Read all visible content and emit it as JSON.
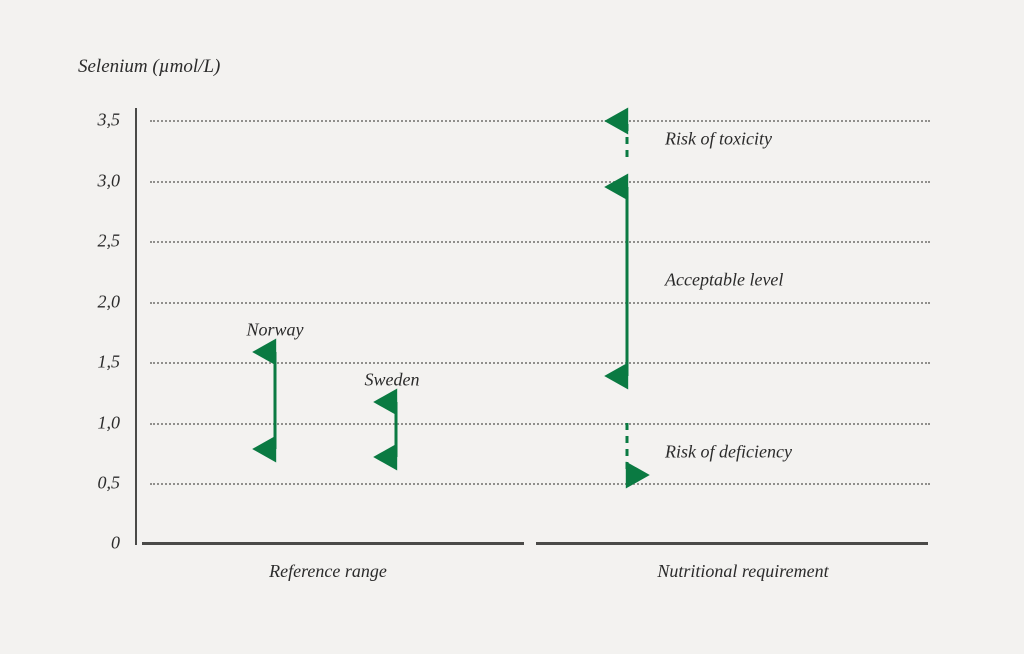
{
  "chart_data": {
    "type": "bar",
    "title": "Selenium (µmol/L)",
    "xlabel": "",
    "ylabel": "Selenium (µmol/L)",
    "ylim": [
      0,
      3.5
    ],
    "yticks": [
      0,
      0.5,
      1.0,
      1.5,
      2.0,
      2.5,
      3.0,
      3.5
    ],
    "ytick_labels": [
      "0",
      "0,5",
      "1,0",
      "1,5",
      "2,0",
      "2,5",
      "3,0",
      "3,5"
    ],
    "grid": true,
    "legend": "none",
    "accent_color": "#0a7a42",
    "background_color": "#f3f2f0",
    "categories": [
      "Reference range",
      "Nutritional requirement"
    ],
    "series": [
      {
        "name": "Norway",
        "category": "Reference range",
        "low": 0.78,
        "high": 1.58,
        "style": "solid",
        "arrowheads": "both"
      },
      {
        "name": "Sweden",
        "category": "Reference range",
        "low": 0.73,
        "high": 1.18,
        "style": "solid",
        "arrowheads": "both"
      },
      {
        "name": "Risk of toxicity",
        "category": "Nutritional requirement",
        "low": 3.2,
        "high": 3.5,
        "style": "dashed",
        "arrowheads": "up"
      },
      {
        "name": "Acceptable level",
        "category": "Nutritional requirement",
        "low": 1.35,
        "high": 2.95,
        "style": "solid",
        "arrowheads": "both"
      },
      {
        "name": "Risk of deficiency",
        "category": "Nutritional requirement",
        "low": 0.48,
        "high": 1.0,
        "style": "dashed",
        "arrowheads": "down"
      }
    ],
    "annotations": [
      {
        "text": "Norway",
        "value_y": 1.72,
        "note": "above Norway arrow"
      },
      {
        "text": "Sweden",
        "value_y": 1.32,
        "note": "above Sweden arrow"
      },
      {
        "text": "Risk of toxicity",
        "value_y": 3.35,
        "note": "right of toxicity arrow"
      },
      {
        "text": "Acceptable level",
        "value_y": 2.18,
        "note": "right of acceptable arrow"
      },
      {
        "text": "Risk of deficiency",
        "value_y": 0.75,
        "note": "right of deficiency arrow"
      }
    ]
  },
  "axis": {
    "title": "Selenium (µmol/L)",
    "ticks": [
      {
        "label": "3,5",
        "value": 3.5
      },
      {
        "label": "3,0",
        "value": 3.0
      },
      {
        "label": "2,5",
        "value": 2.5
      },
      {
        "label": "2,0",
        "value": 2.0
      },
      {
        "label": "1,5",
        "value": 1.5
      },
      {
        "label": "1,0",
        "value": 1.0
      },
      {
        "label": "0,5",
        "value": 0.5
      },
      {
        "label": "0",
        "value": 0
      }
    ]
  },
  "categories": [
    {
      "label": "Reference range"
    },
    {
      "label": "Nutritional requirement"
    }
  ],
  "labels": {
    "norway": "Norway",
    "sweden": "Sweden",
    "risk_of_toxicity": "Risk of toxicity",
    "acceptable_level": "Acceptable level",
    "risk_of_deficiency": "Risk of deficiency"
  }
}
